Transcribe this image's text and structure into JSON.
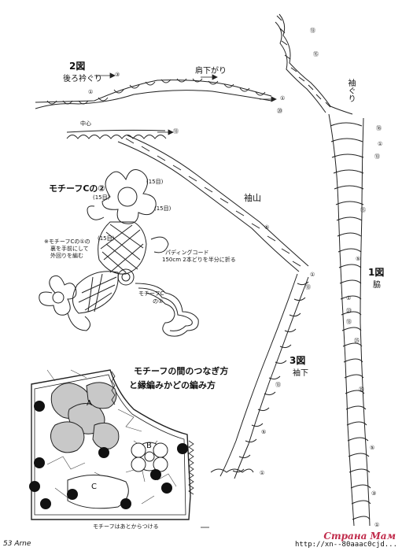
{
  "labels": {
    "fig2": "2図",
    "back_neck": "後ろ衿ぐり",
    "shoulder_drop": "肩下がり",
    "center": "中心",
    "motif_c2": "モチーフCの②",
    "note_motif_c1": "※モチーフCの①の",
    "note_line2": "裏を手前にして",
    "note_line3": "外回りを編む",
    "padding_cord": "パディングコード",
    "padding_note": "150cm 2本どりを半分に折る",
    "motif_c1": "モチーフC",
    "motif_c1_b": "の①",
    "sleeve_cap": "袖山",
    "armhole": "袖ぐり",
    "fig1": "1図",
    "side": "脇",
    "fig3": "3図",
    "sleeve_under": "袖下",
    "connect_title1": "モチーフの間のつなぎ方",
    "connect_title2": "と縁編みかどの編み方",
    "motif_note": "モチーフはあとからつける",
    "motif_a": "A",
    "motif_b": "B",
    "motif_c": "C",
    "r15a": "(15目)",
    "r15b": "(15目)",
    "r15c": "(15目)",
    "r15d": "(15目)"
  },
  "markers": {
    "m1": "①",
    "m3": "③",
    "m5": "⑤",
    "m13": "⑬",
    "m15": "⑮",
    "m18": "⑱",
    "m20": "⑳",
    "m23": "㉓",
    "m25": "㉕"
  },
  "footer": {
    "page": "53",
    "magazine": "Arne",
    "url": "http://xn--80aaac0cjd...",
    "logo": "Страна Мам"
  }
}
